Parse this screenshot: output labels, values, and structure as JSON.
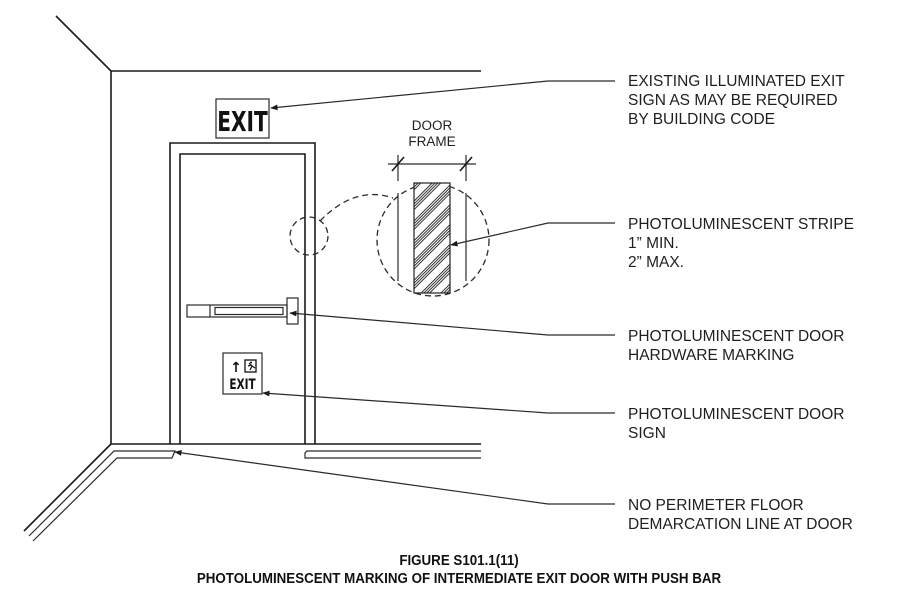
{
  "figure": {
    "number": "FIGURE S101.1(11)",
    "title": "PHOTOLUMINESCENT MARKING OF INTERMEDIATE EXIT DOOR WITH PUSH BAR"
  },
  "signs": {
    "illuminated_exit": "EXIT",
    "door_sign_exit": "EXIT",
    "door_sign_arrow": "↑",
    "door_sign_running_man": "running-man-icon"
  },
  "dimension": {
    "line1": "DOOR",
    "line2": "FRAME"
  },
  "callouts": [
    {
      "id": "exit-sign",
      "lines": [
        "EXISTING ILLUMINATED EXIT",
        "SIGN AS MAY BE REQUIRED",
        "BY BUILDING CODE"
      ]
    },
    {
      "id": "stripe",
      "lines": [
        "PHOTOLUMINESCENT STRIPE",
        "1” MIN.",
        "2” MAX."
      ]
    },
    {
      "id": "hardware",
      "lines": [
        "PHOTOLUMINESCENT DOOR",
        "HARDWARE MARKING"
      ]
    },
    {
      "id": "door-sign",
      "lines": [
        "PHOTOLUMINESCENT DOOR",
        "SIGN"
      ]
    },
    {
      "id": "floor",
      "lines": [
        "NO PERIMETER FLOOR",
        "DEMARCATION LINE AT DOOR"
      ]
    }
  ],
  "colors": {
    "line": "#1a1a1a",
    "background": "#ffffff"
  }
}
